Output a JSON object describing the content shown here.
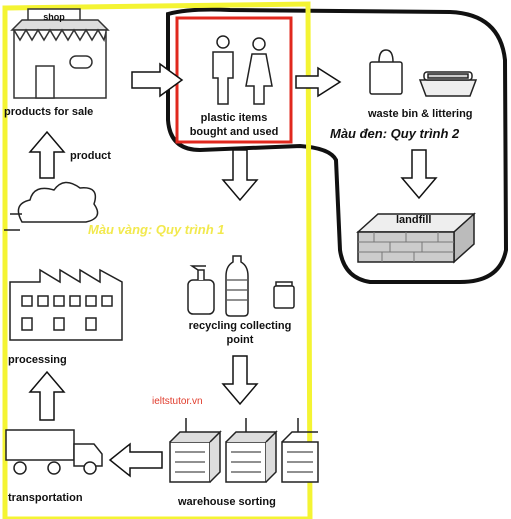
{
  "colors": {
    "yellow_outline": "#f4f433",
    "black_outline": "#111111",
    "red_box": "#e0281e",
    "note_yellow": "#f2e94e",
    "watermark": "#e03a2a"
  },
  "nodes": {
    "shop_sign": "shop",
    "products": "products for sale",
    "product": "product",
    "plastic_line1": "plastic items",
    "plastic_line2": "bought and used",
    "waste": "waste bin & littering",
    "landfill": "landfill",
    "recycling_line1": "recycling collecting",
    "recycling_line2": "point",
    "processing": "processing",
    "warehouse": "warehouse sorting",
    "transportation": "transportation"
  },
  "notes": {
    "process1": "Màu vàng: Quy trình 1",
    "process2": "Màu đen: Quy trình 2",
    "watermark": "ieltstutor.vn"
  },
  "icons": [
    "shop-icon",
    "people-icon",
    "bag-icon",
    "food-container-icon",
    "landfill-block-icon",
    "cloud-icon",
    "factory-icon",
    "pump-bottle-icon",
    "water-bottle-icon",
    "jar-icon",
    "bin-icon",
    "truck-icon"
  ]
}
